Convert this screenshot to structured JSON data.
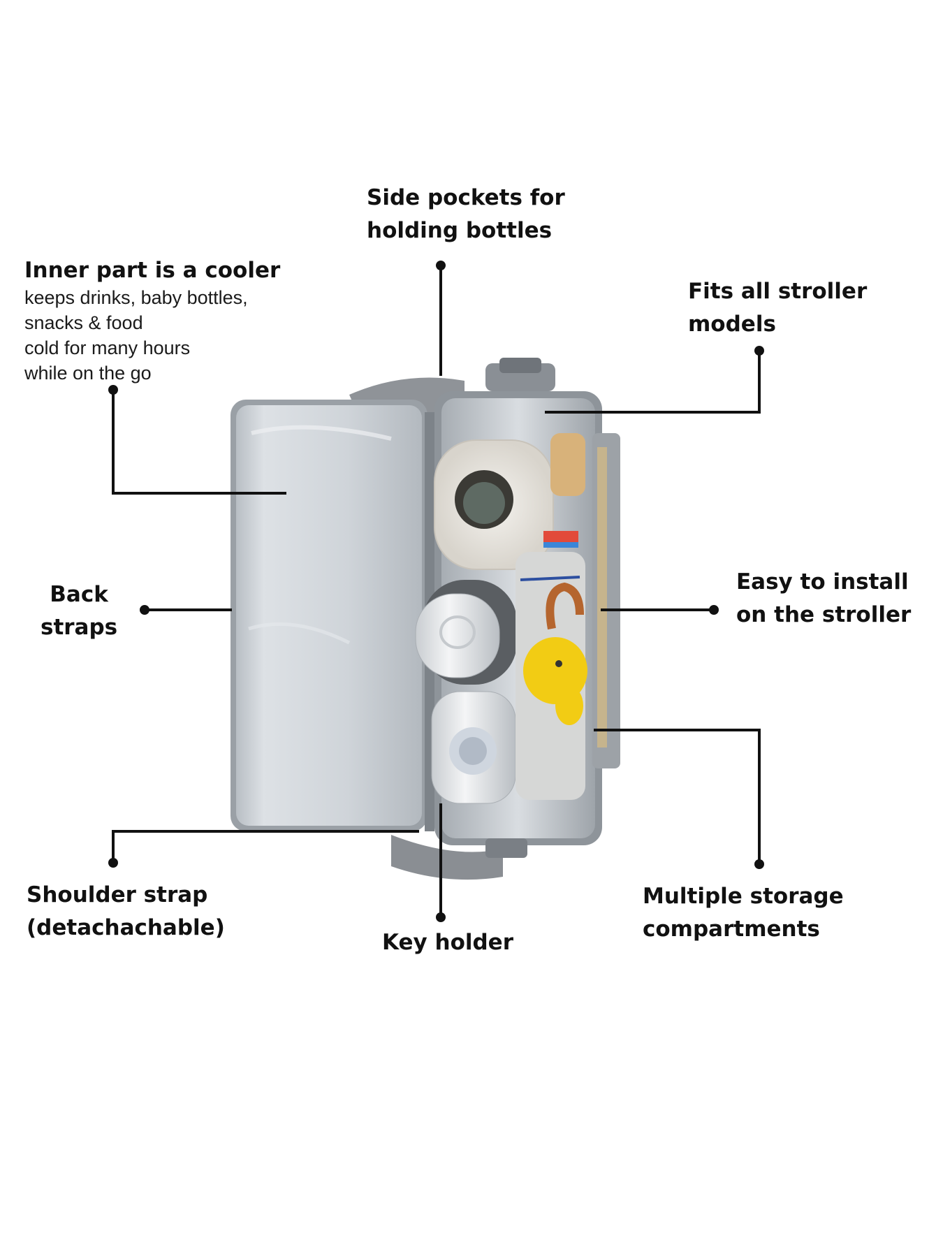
{
  "labels": {
    "side_pockets": {
      "line1": "Side pockets for",
      "line2": "holding bottles"
    },
    "inner_cooler": {
      "title": "Inner part is a cooler",
      "desc": [
        "keeps drinks, baby bottles,",
        "snacks & food",
        "cold for many hours",
        "while on the go"
      ]
    },
    "fits_stroller": {
      "line1": "Fits all stroller",
      "line2": "models"
    },
    "back_straps": {
      "line1": "Back",
      "line2": "straps"
    },
    "easy_install": {
      "line1": "Easy to install",
      "line2": "on the stroller"
    },
    "shoulder_strap": {
      "line1": "Shoulder strap",
      "line2": "(detachachable)"
    },
    "key_holder": {
      "line1": "Key holder"
    },
    "storage": {
      "line1": "Multiple storage",
      "line2": "compartments"
    }
  },
  "colors": {
    "text": "#111111",
    "leader_line": "#111111",
    "bag_silver": "#c9ced3",
    "bag_gray": "#8e9298",
    "duck_yellow": "#f2cc14"
  }
}
